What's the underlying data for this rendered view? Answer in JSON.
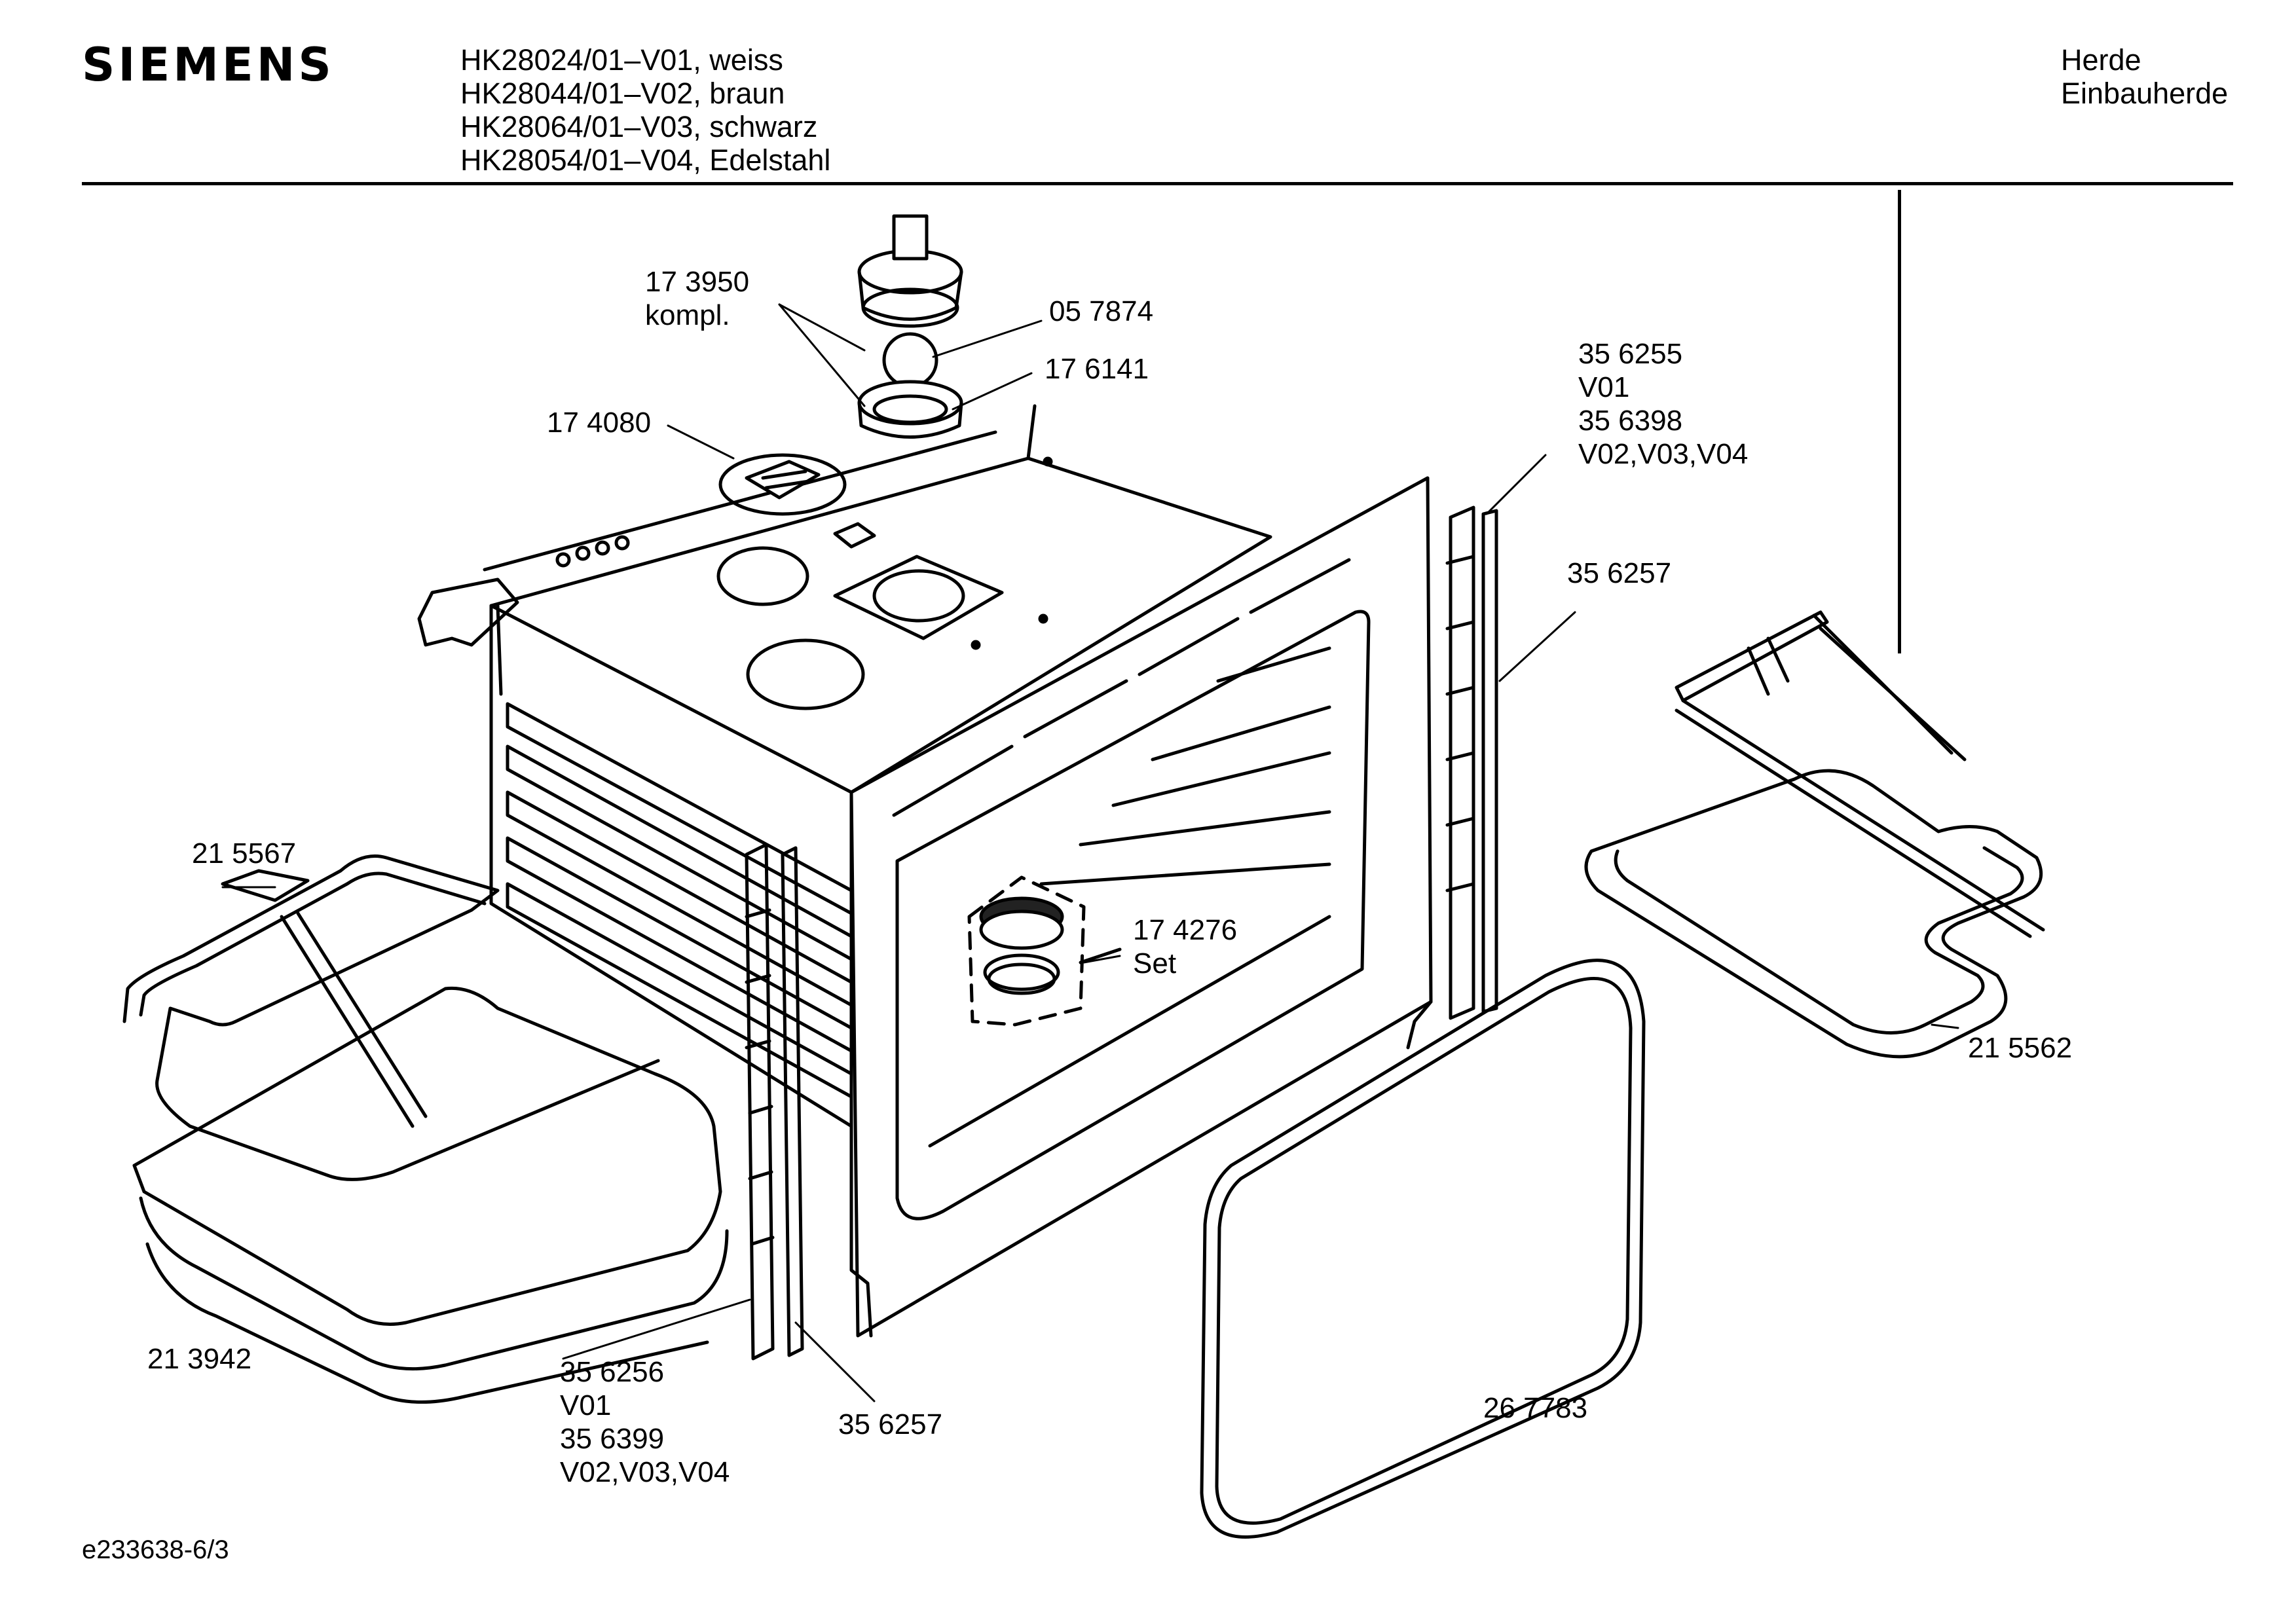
{
  "header": {
    "brand": "SIEMENS",
    "models": [
      "HK28024/01–V01, weiss",
      "HK28044/01–V02, braun",
      "HK28064/01–V03, schwarz",
      "HK28054/01–V04, Edelstahl"
    ],
    "category": [
      "Herde",
      "Einbauherde"
    ]
  },
  "callouts": {
    "thermostat": [
      "17 3950",
      "kompl."
    ],
    "knob_cap": [
      "05 7874"
    ],
    "knob_ring": [
      "17 6141"
    ],
    "plate": [
      "17 4080"
    ],
    "right_rail": [
      "35 6255",
      "V01",
      "35 6398",
      "V02,V03,V04"
    ],
    "right_rail_strip": [
      "35 6257"
    ],
    "bottom_heater": [
      "21 5567"
    ],
    "lamp": [
      "17 4276",
      "Set"
    ],
    "grill_heater": [
      "21 5562"
    ],
    "insulation": [
      "21 3942"
    ],
    "left_rail": [
      "35 6256",
      "V01",
      "35 6399",
      "V02,V03,V04"
    ],
    "left_rail_strip": [
      "35 6257"
    ],
    "door_seal": [
      "26 7783"
    ]
  },
  "footer": {
    "document_id": "e233638-6/3"
  }
}
